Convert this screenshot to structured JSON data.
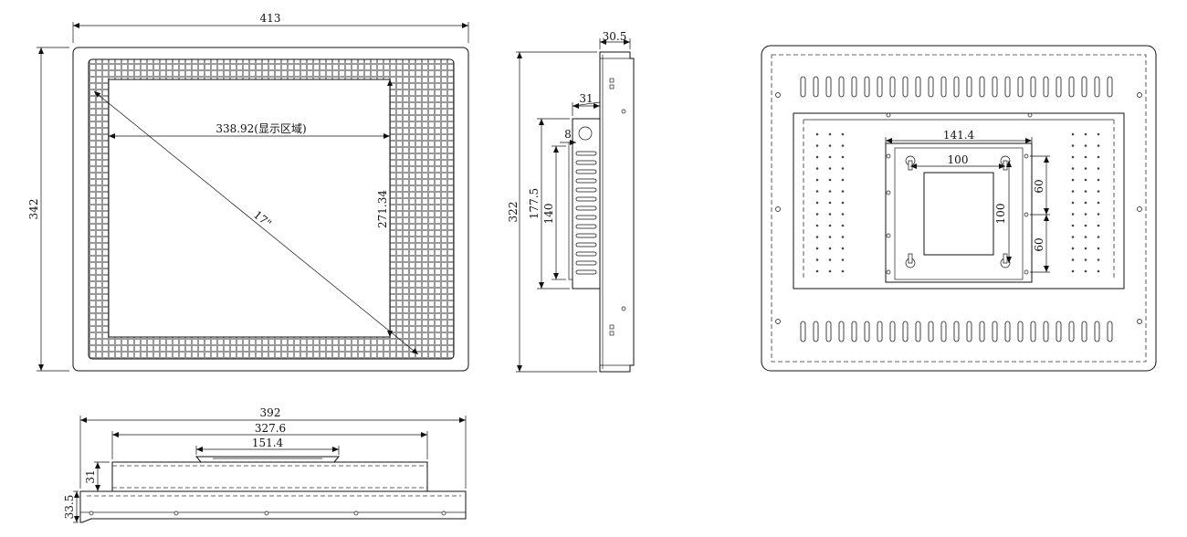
{
  "drawing": {
    "front_view": {
      "width": "413",
      "height": "342",
      "display_width": "338.92(显示区域)",
      "display_height": "271.34",
      "diagonal": "17\""
    },
    "side_view": {
      "depth_total": "30.5",
      "depth_body": "31",
      "offset": "8",
      "height_total": "322",
      "height_body": "177.5",
      "height_vent": "140"
    },
    "back_view": {
      "bracket_width": "141.4",
      "vesa_h": "100",
      "vesa_v": "100",
      "spacing_upper": "60",
      "spacing_lower": "60"
    },
    "bottom_view": {
      "total_width": "392",
      "body_width": "327.6",
      "bracket_width": "151.4",
      "body_depth": "31",
      "total_depth": "33.5"
    }
  }
}
